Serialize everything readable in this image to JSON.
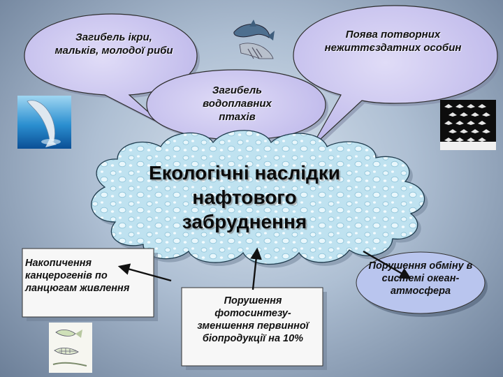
{
  "bubbles": {
    "roe": "Загибель ікри, мальків, молодої риби",
    "birds": "Загибель водоплавних птахів",
    "deformed": "Поява потворних нежиттєздатних особин"
  },
  "center": {
    "title": "Екологічні наслідки нафтового забруднення"
  },
  "effects": {
    "carcinogens": "Накопичення канцерогенів по ланцюгам живлення",
    "photosynthesis": "Порушення фотосинтезу-зменшення первинної біопродукції на 10%",
    "exchange": "Порушення обміну в системі океан-атмосфера"
  },
  "images": {
    "top_center": "dolphin-jumping-icon",
    "left": "dolphin-photo-icon",
    "right": "birds-fish-pattern-icon",
    "bottom_left": "fish-bones-icon"
  }
}
